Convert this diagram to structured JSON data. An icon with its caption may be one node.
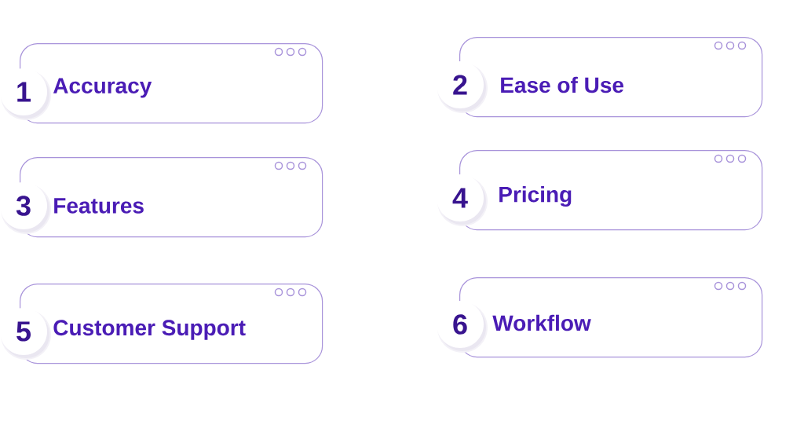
{
  "diagram": {
    "nodes": [
      {
        "text": [
          "1"
        ]
      },
      {
        "text": [
          "Accuracy"
        ]
      },
      {
        "text": [
          "2"
        ]
      },
      {
        "text": [
          "Ease of Use"
        ]
      },
      {
        "text": [
          "3"
        ]
      },
      {
        "text": [
          "Features"
        ]
      },
      {
        "text": [
          "4"
        ]
      },
      {
        "text": [
          "Pricing"
        ]
      },
      {
        "text": [
          "5"
        ]
      },
      {
        "text": [
          "Customer Support"
        ]
      },
      {
        "text": [
          "6"
        ]
      },
      {
        "text": [
          "Workflow"
        ]
      }
    ]
  }
}
